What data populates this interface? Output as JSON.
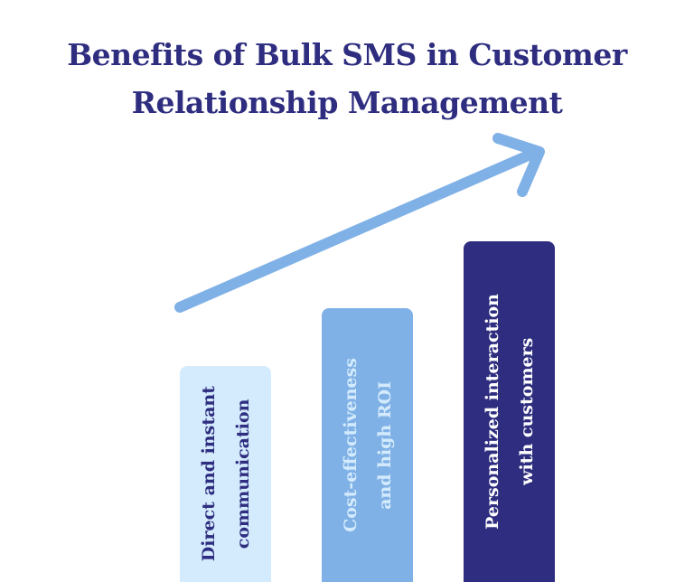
{
  "title": {
    "line1": "Benefits of Bulk SMS in Customer",
    "line2": "Relationship Management"
  },
  "colors": {
    "title": "#2e2d7f",
    "arrow": "#80b1e6",
    "bar1_bg": "#d4ebfd",
    "bar1_text": "#2e2d7f",
    "bar2_bg": "#80b1e6",
    "bar2_text": "#d4ebfd",
    "bar3_bg": "#2e2d7f",
    "bar3_text": "#ffffff"
  },
  "bars": [
    {
      "label": "Direct and instant\ncommunication"
    },
    {
      "label": "Cost-effectiveness\nand high ROI"
    },
    {
      "label": "Personalized interaction\nwith customers"
    }
  ],
  "arrow": {
    "icon": "trend-up-arrow-icon"
  }
}
